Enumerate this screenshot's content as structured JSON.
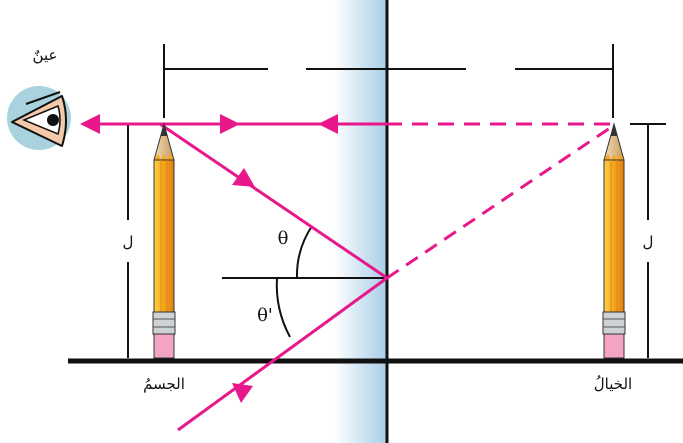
{
  "labels": {
    "eye": "عينٌ",
    "object": "الجسمُ",
    "image": "الخيالُ",
    "height_left": "ل",
    "height_right": "ل",
    "angle_incidence": "θ",
    "angle_reflection": "θ'"
  },
  "colors": {
    "ray": "#e8188c",
    "mirror_glass": "#a9cfe6",
    "eye_bg": "#a8d3de",
    "pencil_body": "#f6a81e",
    "pencil_eraser": "#f3a4c4",
    "line": "#111111"
  },
  "icons": {
    "eye": "eye-icon",
    "object_pencil": "pencil-icon",
    "image_pencil": "pencil-icon"
  }
}
